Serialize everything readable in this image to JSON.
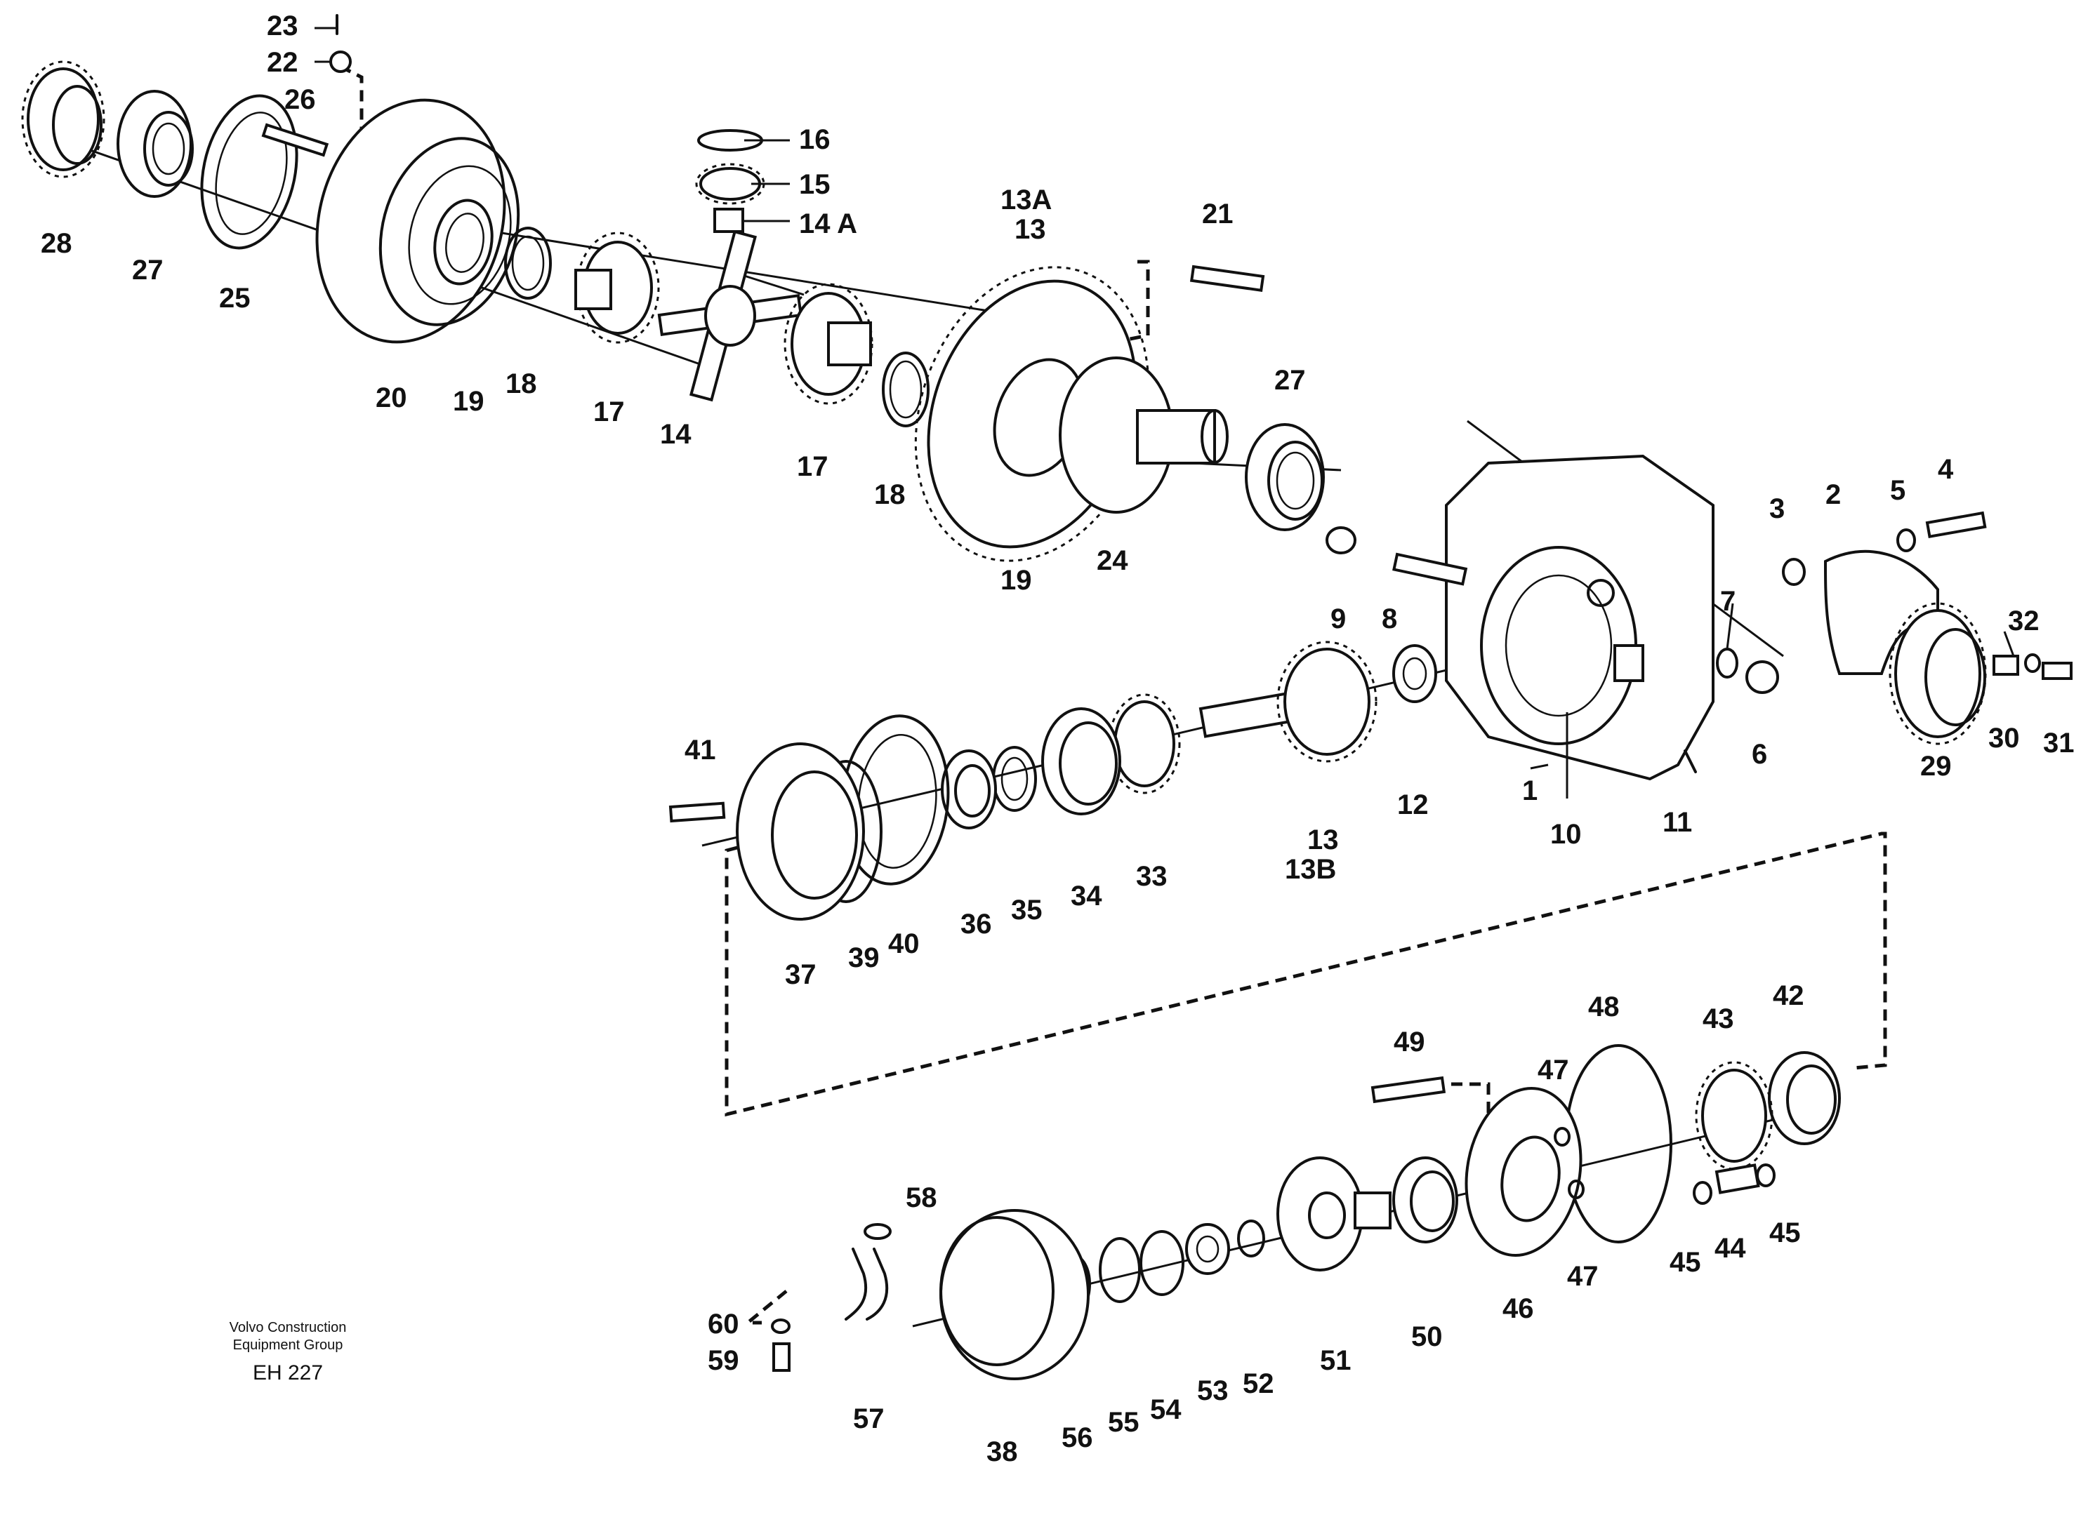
{
  "callouts": [
    "1",
    "2",
    "3",
    "4",
    "5",
    "6",
    "7",
    "8",
    "9",
    "10",
    "11",
    "12",
    "13",
    "13B",
    "13A",
    "13",
    "14",
    "14 A",
    "15",
    "16",
    "17",
    "17",
    "18",
    "18",
    "19",
    "19",
    "20",
    "21",
    "22",
    "23",
    "24",
    "25",
    "26",
    "27",
    "27",
    "28",
    "29",
    "30",
    "31",
    "32",
    "33",
    "34",
    "35",
    "36",
    "37",
    "38",
    "39",
    "40",
    "41",
    "42",
    "43",
    "44",
    "45",
    "45",
    "46",
    "47",
    "47",
    "48",
    "49",
    "50",
    "51",
    "52",
    "53",
    "54",
    "55",
    "56",
    "57",
    "58",
    "59",
    "60"
  ],
  "credit": {
    "line1": "Volvo Construction",
    "line2": "Equipment Group",
    "code": "EH 227"
  }
}
